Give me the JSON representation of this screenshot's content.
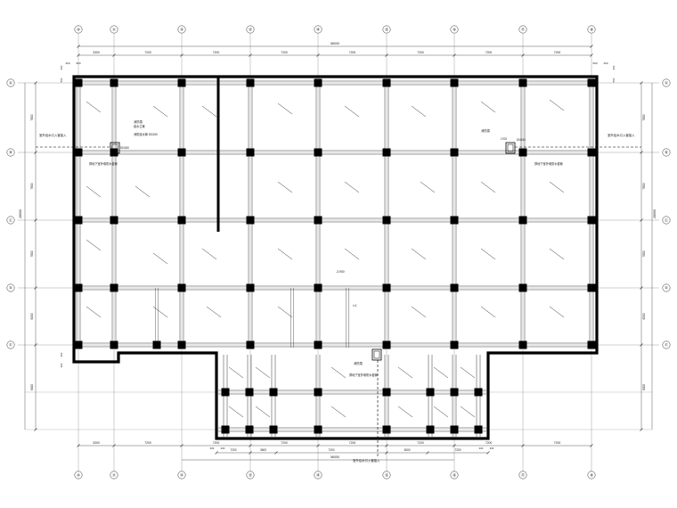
{
  "drawing": {
    "background": "#ffffff",
    "line_color": "#111111",
    "grid_color": "#888888",
    "column_color": "#000000"
  },
  "top_axis_labels": [
    "⑩",
    "⑪",
    "⑫",
    "⑬",
    "⑭",
    "⑮",
    "⑯",
    "⑰",
    "⑱"
  ],
  "bottom_axis_labels": [
    "⑩",
    "⑪",
    "⑫",
    "⑬",
    "⑭",
    "⑮",
    "⑯",
    "⑰",
    "⑱"
  ],
  "left_axis_labels": [
    "Ⓐ",
    "Ⓑ",
    "Ⓒ",
    "Ⓓ",
    "Ⓔ"
  ],
  "right_axis_labels": [
    "Ⓐ",
    "Ⓑ",
    "Ⓒ",
    "Ⓓ",
    "Ⓔ"
  ],
  "top_dims": {
    "overall": "56000",
    "segments": [
      "3300",
      "7200",
      "7200",
      "7200",
      "7200",
      "7200",
      "7200",
      "7200"
    ],
    "edge_left": "200",
    "edge_left2": "500",
    "edge_right": "200",
    "edge_right2": "500"
  },
  "bottom_dims": {
    "overall": "56000",
    "segments": [
      "3300",
      "7200",
      "7200",
      "7200",
      "7200",
      "7200",
      "7200",
      "7200"
    ],
    "inner": [
      "7200",
      "3600",
      "7200",
      "3600",
      "7200"
    ],
    "small": [
      "300",
      "200",
      "200",
      "300"
    ]
  },
  "left_dims": {
    "overall": "28000",
    "segments": [
      "7800",
      "7800",
      "7800",
      "6000",
      "6000"
    ],
    "small": [
      "200",
      "500",
      "200",
      "300"
    ]
  },
  "right_dims": {
    "overall": "28000",
    "segments": [
      "7800",
      "7800",
      "7800",
      "6000",
      "6000"
    ],
    "small": [
      "200",
      "500"
    ]
  },
  "annotations": {
    "left_note": "室外给水引入管接入",
    "right_note": "室外给水引入管接入",
    "bottom_note": "室外给水引入管接入",
    "pump_label_left": "消防泵",
    "pump_label_right": "消防泵",
    "pump_label_bottom": "消防泵",
    "riser_left": "给水立管",
    "riser_left2": "消防给水管 DN150",
    "wall_note_left": "穿地下室外墙防水套管",
    "wall_note_right": "穿地下室外墙防水套管",
    "wall_note_bottom": "穿地下室外墙防水套管",
    "level": "-3.900",
    "dn_left": "DN150",
    "dn_right": "DN150",
    "dn_right2": "1700",
    "slope_mark": "i=1"
  }
}
